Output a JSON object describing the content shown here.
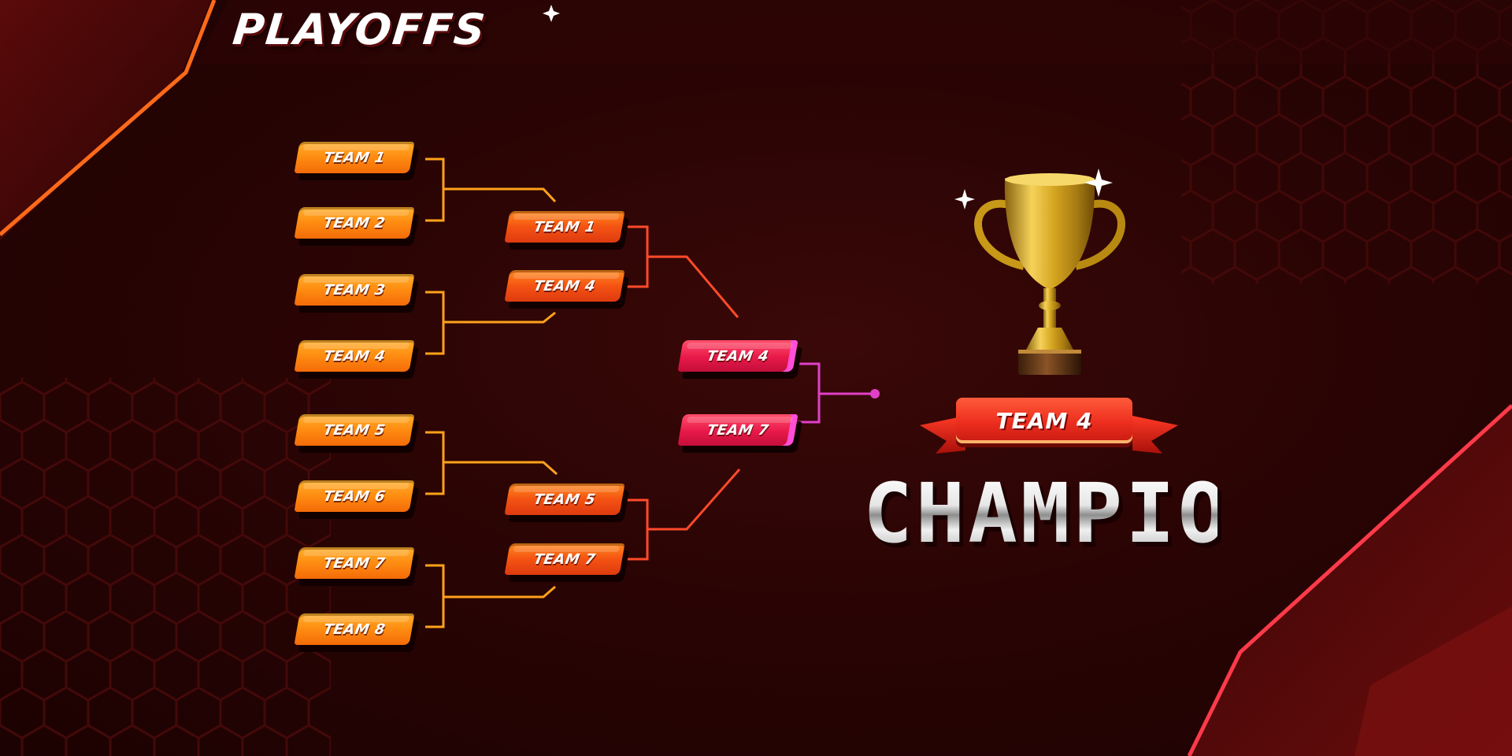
{
  "title": "PLAYOFFS",
  "round_1": [
    "TEAM 1",
    "TEAM 2",
    "TEAM 3",
    "TEAM 4",
    "TEAM 5",
    "TEAM 6",
    "TEAM 7",
    "TEAM 8"
  ],
  "round_2": [
    "TEAM 1",
    "TEAM 4",
    "TEAM 5",
    "TEAM 7"
  ],
  "round_3": [
    "TEAM 4",
    "TEAM 7"
  ],
  "champion": {
    "team": "TEAM 4",
    "label": "CHAMPION"
  },
  "colors": {
    "background": "#2a0404",
    "round_1": "#ff9a1a",
    "round_2": "#f45312",
    "round_3": "#e8194a",
    "connector_round_1": "#ffa21a",
    "connector_round_2": "#ff4a2a",
    "connector_round_3": "#e040c8",
    "trophy_gold": "#d4a520",
    "ribbon": "#ec2e1e"
  },
  "icons": [
    "trophy-icon",
    "sparkle-icon"
  ]
}
